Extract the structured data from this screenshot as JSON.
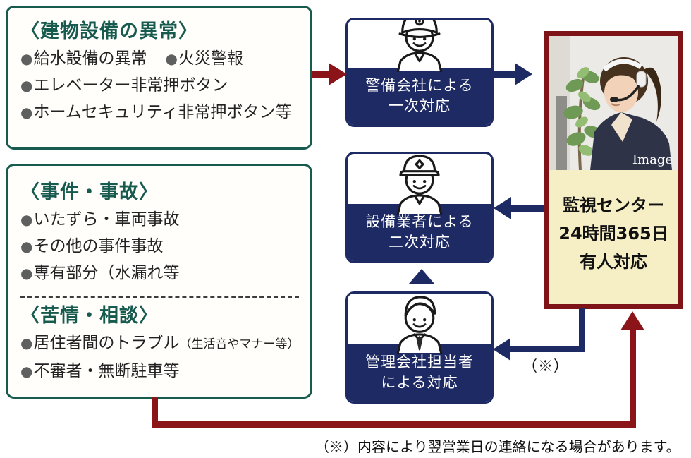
{
  "glyphs": {
    "bullet": "●"
  },
  "colors": {
    "teal_border": "#175a4e",
    "navy": "#1d2a63",
    "maroon": "#8a1417",
    "cream": "#f6efc5",
    "bullet_gray": "#5e5f5f"
  },
  "equipment_box": {
    "heading": "〈建物設備の異常〉",
    "items": [
      "給水設備の異常",
      "火災警報",
      "エレベーター非常押ボタン",
      "ホームセキュリティ非常押ボタン等"
    ]
  },
  "incident_box": {
    "heading1": "〈事件・事故〉",
    "items1": [
      "いたずら・車両事故",
      "その他の事件事故",
      "専有部分（水漏れ等"
    ],
    "heading2": "〈苦情・相談〉",
    "item2_main": "居住者間のトラブル",
    "item2_sub": "（生活音やマナー等）",
    "item2b": "不審者・無断駐車等"
  },
  "flow": {
    "boxes": [
      {
        "line1": "警備会社による",
        "line2": "一次対応",
        "icon": "security-guard-icon"
      },
      {
        "line1": "設備業者による",
        "line2": "二次対応",
        "icon": "maintenance-worker-icon"
      },
      {
        "line1": "管理会社担当者",
        "line2": "による対応",
        "icon": "manager-person-icon"
      }
    ]
  },
  "monitor": {
    "image_label": "Image",
    "lines": [
      "監視センター",
      "24時間365日",
      "有人対応"
    ]
  },
  "notes": {
    "asterisk": "（※）",
    "footnote": "（※）内容により翌営業日の連絡になる場合があります。"
  }
}
